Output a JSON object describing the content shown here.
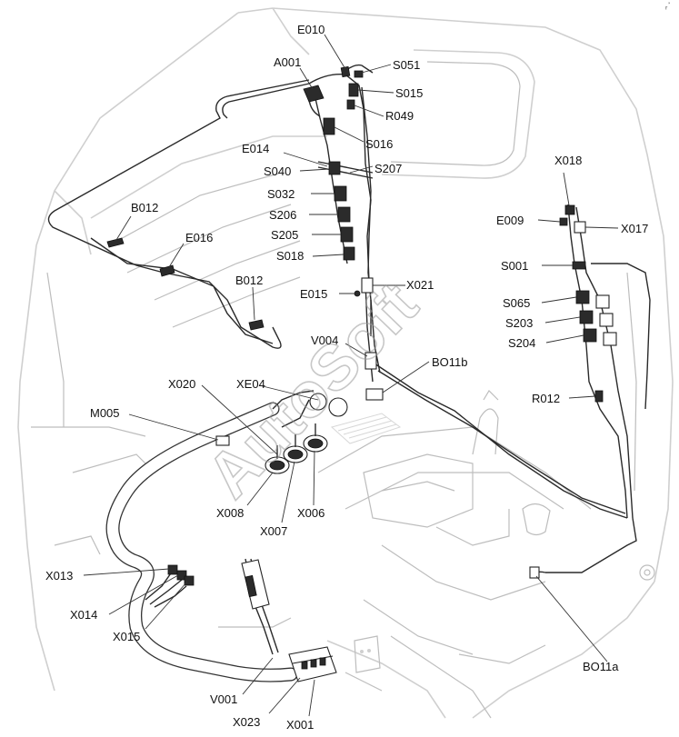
{
  "diagram": {
    "watermark": "AutoSoft",
    "corner_mark": "ᵣ᾿",
    "labels": [
      {
        "id": "E010",
        "text": "E010"
      },
      {
        "id": "S051",
        "text": "S051"
      },
      {
        "id": "A001",
        "text": "A001"
      },
      {
        "id": "S015",
        "text": "S015"
      },
      {
        "id": "R049",
        "text": "R049"
      },
      {
        "id": "S016",
        "text": "S016"
      },
      {
        "id": "E014",
        "text": "E014"
      },
      {
        "id": "S207",
        "text": "S207"
      },
      {
        "id": "S040",
        "text": "S040"
      },
      {
        "id": "S032",
        "text": "S032"
      },
      {
        "id": "S206",
        "text": "S206"
      },
      {
        "id": "S205",
        "text": "S205"
      },
      {
        "id": "S018",
        "text": "S018"
      },
      {
        "id": "B012_top",
        "text": "B012"
      },
      {
        "id": "E016",
        "text": "E016"
      },
      {
        "id": "B012_mid",
        "text": "B012"
      },
      {
        "id": "E015",
        "text": "E015"
      },
      {
        "id": "X021",
        "text": "X021"
      },
      {
        "id": "V004",
        "text": "V004"
      },
      {
        "id": "X018",
        "text": "X018"
      },
      {
        "id": "E009",
        "text": "E009"
      },
      {
        "id": "X017",
        "text": "X017"
      },
      {
        "id": "S001",
        "text": "S001"
      },
      {
        "id": "S065",
        "text": "S065"
      },
      {
        "id": "S203",
        "text": "S203"
      },
      {
        "id": "S204",
        "text": "S204"
      },
      {
        "id": "R012",
        "text": "R012"
      },
      {
        "id": "BO11b",
        "text": "BO11b"
      },
      {
        "id": "X020",
        "text": "X020"
      },
      {
        "id": "XE04",
        "text": "XE04"
      },
      {
        "id": "M005",
        "text": "M005"
      },
      {
        "id": "X008",
        "text": "X008"
      },
      {
        "id": "X007",
        "text": "X007"
      },
      {
        "id": "X006",
        "text": "X006"
      },
      {
        "id": "X013",
        "text": "X013"
      },
      {
        "id": "X014",
        "text": "X014"
      },
      {
        "id": "X015",
        "text": "X015"
      },
      {
        "id": "V001",
        "text": "V001"
      },
      {
        "id": "X023",
        "text": "X023"
      },
      {
        "id": "X001",
        "text": "X001"
      },
      {
        "id": "BO11a",
        "text": "BO11a"
      }
    ]
  }
}
